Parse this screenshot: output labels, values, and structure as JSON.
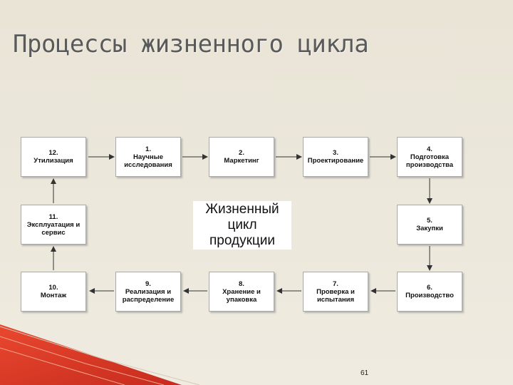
{
  "slide": {
    "title": "Процессы жизненного цикла",
    "page_number": "61"
  },
  "diagram": {
    "center_label": "Жизненный\nцикл\nпродукции",
    "boxes": [
      {
        "id": "12",
        "label": "12.\nУтилизация"
      },
      {
        "id": "1",
        "label": "1.\nНаучные\nисследования"
      },
      {
        "id": "2",
        "label": "2.\nМаркетинг"
      },
      {
        "id": "3",
        "label": "3.\nПроектирование"
      },
      {
        "id": "4",
        "label": "4.\nПодготовка\nпроизводства"
      },
      {
        "id": "11",
        "label": "11.\nЭксплуатация и\nсервис"
      },
      {
        "id": "5",
        "label": "5.\nЗакупки"
      },
      {
        "id": "10",
        "label": "10.\nМонтаж"
      },
      {
        "id": "9",
        "label": "9.\nРеализация и\nраспределение"
      },
      {
        "id": "8",
        "label": "8.\nХранение и\nупаковка"
      },
      {
        "id": "7",
        "label": "7.\nПроверка и\nиспытания"
      },
      {
        "id": "6",
        "label": "6.\nПроизводство"
      }
    ]
  },
  "colors": {
    "accent": "#d9362a",
    "accent_light": "#f07d5e"
  }
}
